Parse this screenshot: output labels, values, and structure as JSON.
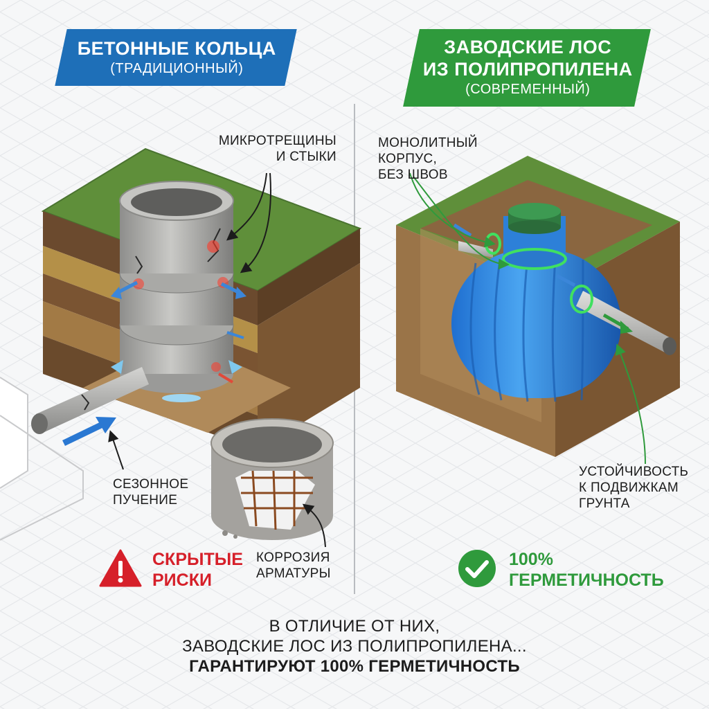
{
  "left": {
    "title": "БЕТОННЫЕ КОЛЬЦА",
    "subtitle": "(ТРАДИЦИОННЫЙ)",
    "labels": {
      "cracks": "МИКРОТРЕЩИНЫ\nИ СТЫКИ",
      "heaving": "СЕЗОННОЕ\nПУЧЕНИЕ",
      "corrosion": "КОРРОЗИЯ\nАРМАТУРЫ"
    },
    "verdict": "СКРЫТЫЕ\nРИСКИ",
    "verdict_icon": "warning-icon",
    "accent": "#d6202a",
    "banner_color": "#1e6fb8"
  },
  "right": {
    "title_line1": "ЗАВОДСКИЕ ЛОС",
    "title_line2": "ИЗ ПОЛИПРОПИЛЕНА",
    "subtitle": "(СОВРЕМЕННЫЙ)",
    "labels": {
      "monolithic": "МОНОЛИТНЫЙ\nКОРПУС,\nБЕЗ ШВОВ",
      "stability": "УСТОЙЧИВОСТЬ\nК ПОДВИЖКАМ\nГРУНТА"
    },
    "verdict": "100%\nГЕРМЕТИЧНОСТЬ",
    "verdict_icon": "check-circle-icon",
    "accent": "#2f9a3c",
    "banner_color": "#2f9a3c"
  },
  "bottom": {
    "line1": "В ОТЛИЧИЕ ОТ НИХ,",
    "line2": "ЗАВОДСКИЕ ЛОС ИЗ ПОЛИПРОПИЛЕНА...",
    "line3": "ГАРАНТИРУЮТ 100% ГЕРМЕТИЧНОСТЬ"
  }
}
